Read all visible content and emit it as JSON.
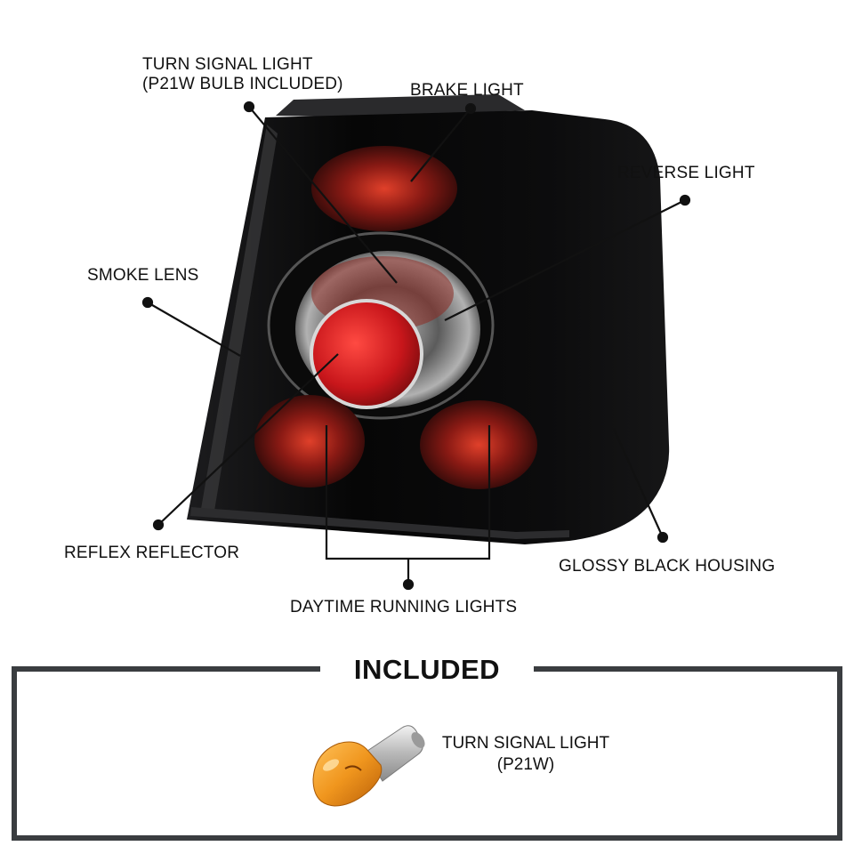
{
  "callouts": {
    "turn_signal": {
      "line1": "TURN SIGNAL LIGHT",
      "line2": "(P21W BULB INCLUDED)"
    },
    "brake": "BRAKE LIGHT",
    "reverse": "REVERSE LIGHT",
    "smoke_lens": "SMOKE LENS",
    "reflex_reflector": "REFLEX REFLECTOR",
    "glossy_housing": "GLOSSY BLACK HOUSING",
    "daytime_running": "DAYTIME RUNNING LIGHTS"
  },
  "included": {
    "title": "INCLUDED",
    "bulb_label": {
      "line1": "TURN SIGNAL LIGHT",
      "line2": "(P21W)"
    }
  },
  "colors": {
    "housing": "#0b0b0c",
    "lens_red": "#c8161b",
    "bulb_amber": "#f0961e",
    "frame_gray": "#3a3d40"
  }
}
